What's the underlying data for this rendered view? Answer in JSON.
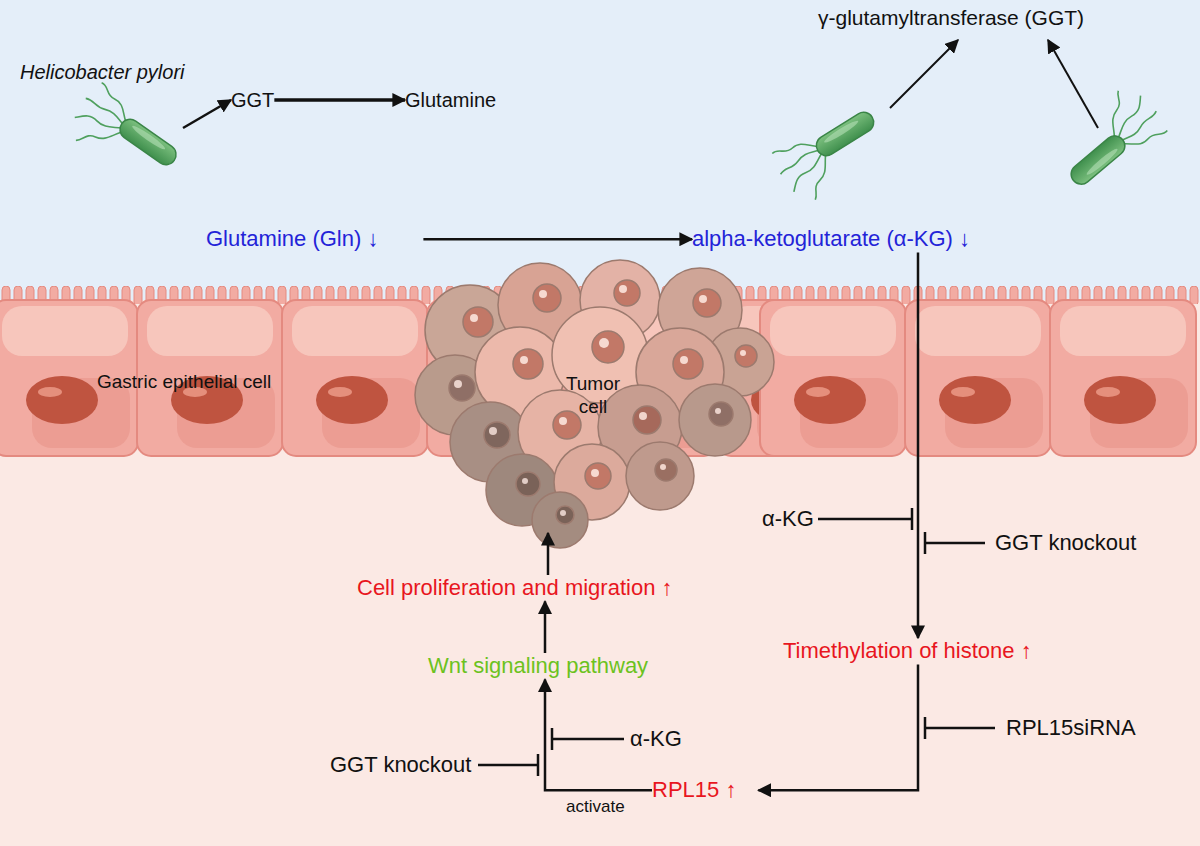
{
  "diagram": {
    "nodes": [
      {
        "text": [
          "Helicobacter pylori"
        ]
      },
      {
        "text": [
          "GGT"
        ]
      },
      {
        "text": [
          "Glutamine"
        ]
      },
      {
        "text": [
          "γ-glutamyltransferase (GGT)"
        ]
      },
      {
        "text": [
          "Glutamine (Gln) ↓"
        ]
      },
      {
        "text": [
          "alpha-ketoglutarate (α-KG) ↓"
        ]
      },
      {
        "text": [
          "Gastric epithelial cell"
        ]
      },
      {
        "text": [
          "Tumor cell"
        ]
      },
      {
        "text": [
          "Timethylation of histone ↑"
        ]
      },
      {
        "text": [
          "RPL15 ↑"
        ]
      },
      {
        "text": [
          "Wnt signaling pathway"
        ]
      },
      {
        "text": [
          "Cell proliferation and migration ↑"
        ]
      }
    ],
    "edges": [
      {
        "from": 0,
        "to": 1,
        "arrow": "to"
      },
      {
        "from": 1,
        "to": 2,
        "arrow": "to"
      },
      {
        "from": 4,
        "to": 5,
        "arrow": "to"
      },
      {
        "from": 5,
        "to": 8,
        "arrow": "to"
      },
      {
        "from": 8,
        "to": 9,
        "arrow": "to"
      },
      {
        "from": 9,
        "to": 10,
        "label": "activate",
        "arrow": "to"
      },
      {
        "from": 10,
        "to": 11,
        "arrow": "to"
      },
      {
        "from": 11,
        "to": 7,
        "arrow": "to"
      }
    ],
    "labels": [
      "α-KG",
      "GGT knockout",
      "RPL15siRNA",
      "α-KG",
      "GGT knockout"
    ]
  }
}
